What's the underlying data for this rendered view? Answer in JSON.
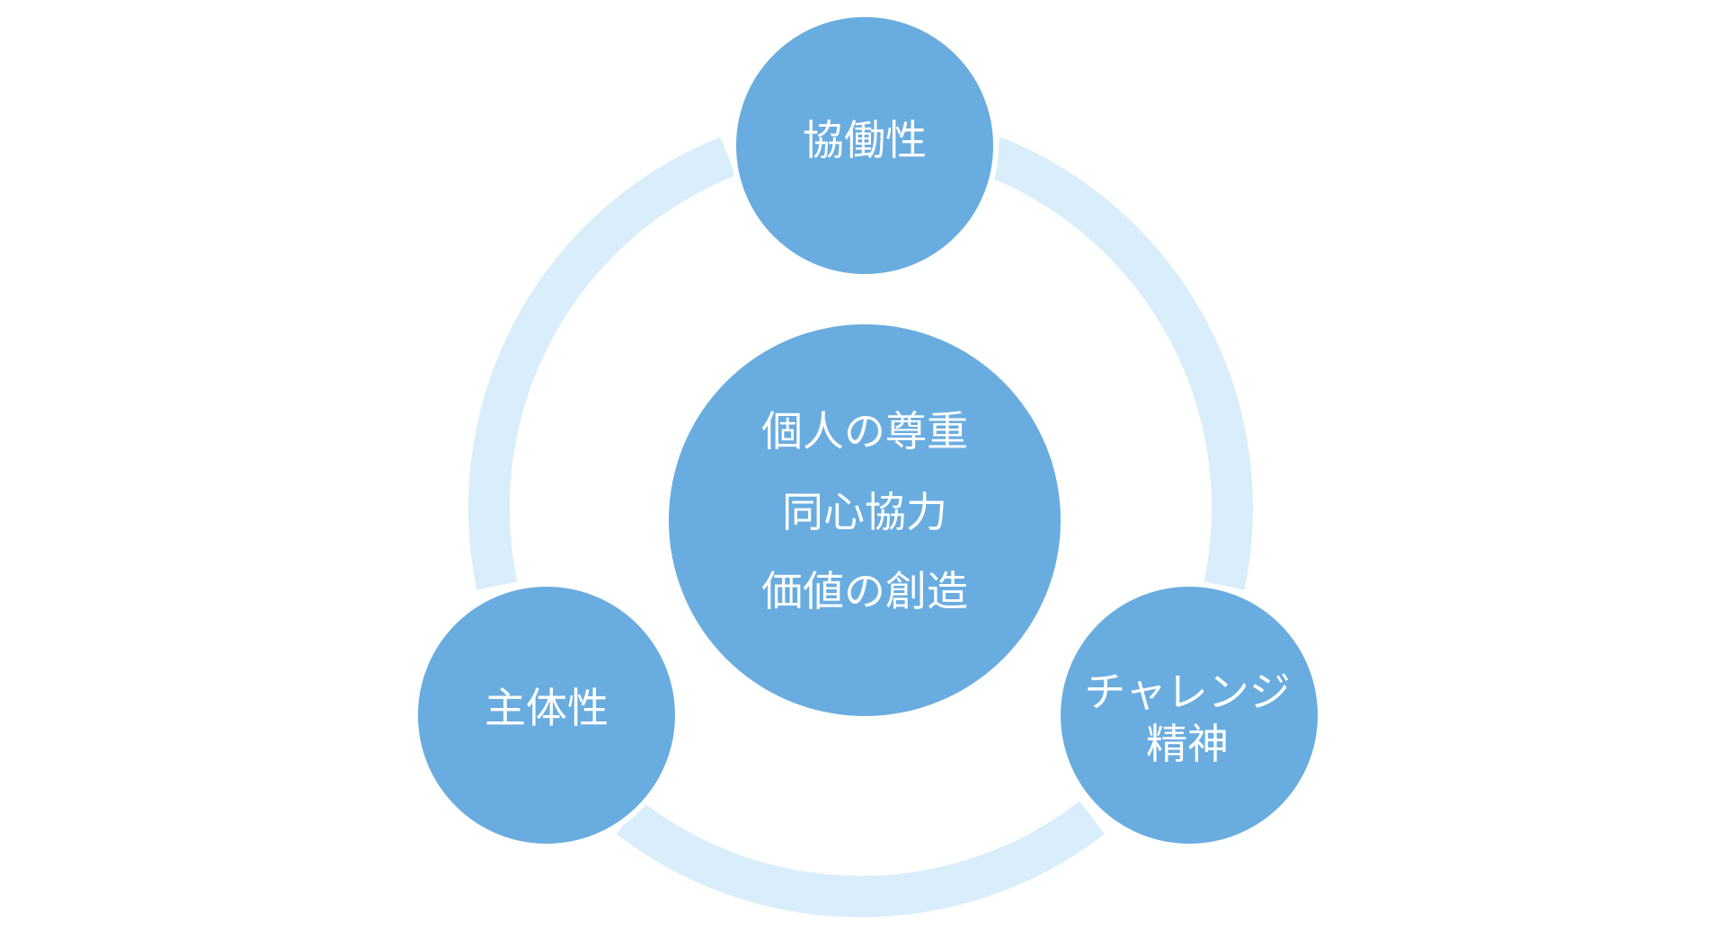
{
  "colors": {
    "node_fill": "#69ace0",
    "ring": "#d9eefa",
    "text": "#ffffff",
    "background": "#ffffff"
  },
  "center": {
    "lines": [
      "個人の尊重",
      "同心協力",
      "価値の創造"
    ]
  },
  "nodes": [
    {
      "id": "top",
      "lines": [
        "協働性"
      ]
    },
    {
      "id": "left",
      "lines": [
        "主体性"
      ]
    },
    {
      "id": "right",
      "lines": [
        "チャレンジ",
        "精神"
      ]
    }
  ]
}
